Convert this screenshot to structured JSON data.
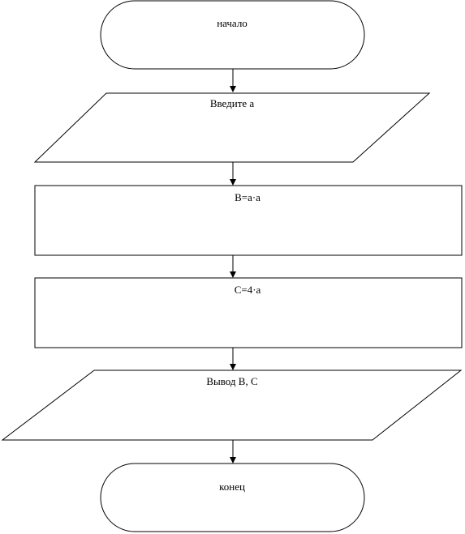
{
  "flowchart": {
    "start": {
      "label": "начало",
      "shape": "terminator"
    },
    "input": {
      "label": "Введите а",
      "shape": "parallelogram"
    },
    "process_1": {
      "label": "В=а·а",
      "shape": "rectangle"
    },
    "process_2": {
      "label": "С=4·а",
      "shape": "rectangle"
    },
    "output": {
      "label": "Вывод В, С",
      "shape": "parallelogram"
    },
    "end": {
      "label": "конец",
      "shape": "terminator"
    }
  },
  "colors": {
    "stroke": "#000000",
    "fill": "#ffffff"
  }
}
